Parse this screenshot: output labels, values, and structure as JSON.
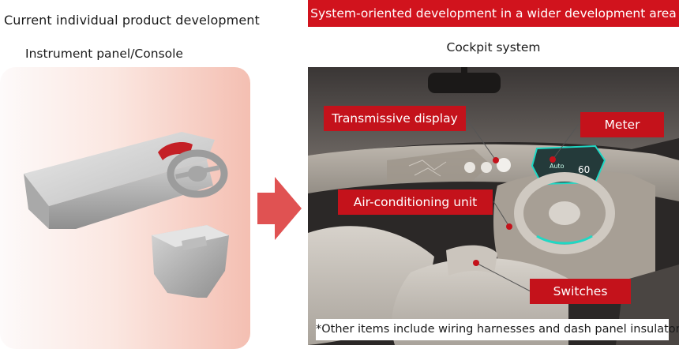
{
  "left": {
    "title": "Current individual product development",
    "subtitle": "Instrument panel/Console"
  },
  "right": {
    "banner": "System-oriented development in a wider development area",
    "subtitle": "Cockpit system"
  },
  "callouts": {
    "transmissive_display": "Transmissive display",
    "meter": "Meter",
    "air_conditioning_unit": "Air-conditioning unit",
    "switches": "Switches"
  },
  "note": "*Other items include wiring harnesses and dash panel insulators.",
  "meter_display": {
    "mode": "Auto",
    "speed": "60"
  },
  "colors": {
    "brand_red": "#d1131d",
    "callout_red": "#c4121b",
    "panel_gradient_end": "#f4bfb2",
    "meter_accent": "#1fd8c4"
  },
  "icons": {
    "arrow": "right-arrow-icon"
  }
}
